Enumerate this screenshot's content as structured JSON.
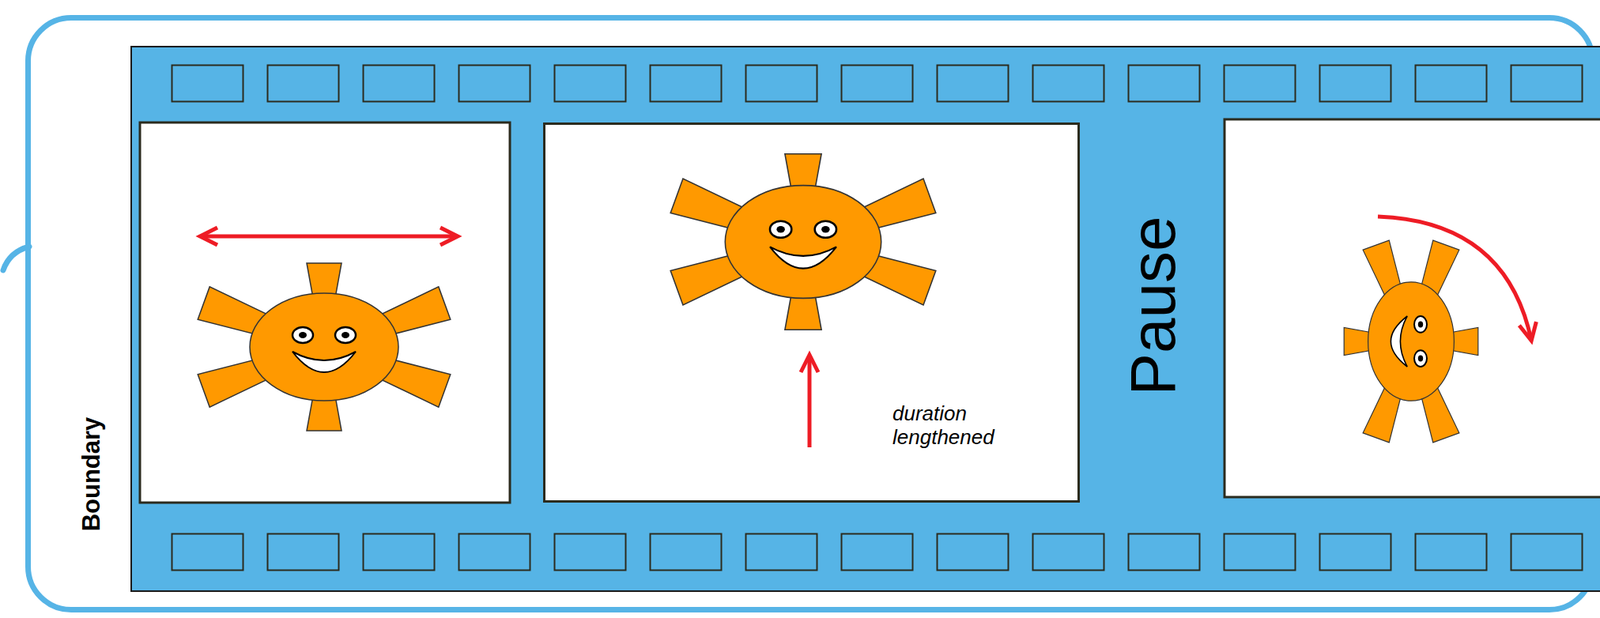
{
  "diagram": {
    "nodes": [
      {
        "text": [
          "Boundary"
        ]
      },
      {
        "text": [
          "Pause"
        ],
        "in": 0
      },
      {
        "text": [
          "duration lengthened"
        ],
        "in": 1
      }
    ]
  }
}
